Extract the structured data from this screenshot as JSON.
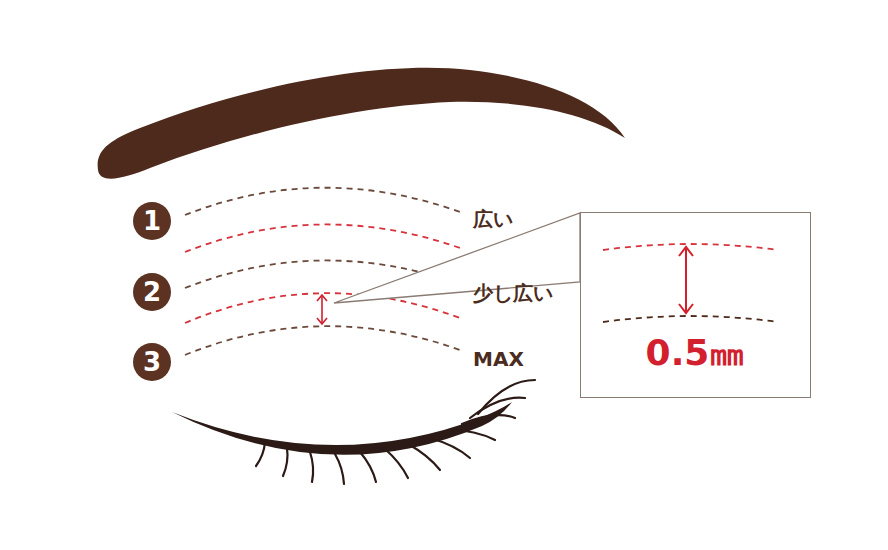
{
  "diagram": {
    "nodes": [
      {
        "text": [
          "1"
        ]
      },
      {
        "text": [
          "2"
        ]
      },
      {
        "text": [
          "3"
        ]
      },
      {
        "text": [
          "0.5㎜"
        ]
      }
    ],
    "labels": [
      "広い",
      "少し広い",
      "MAX"
    ]
  }
}
